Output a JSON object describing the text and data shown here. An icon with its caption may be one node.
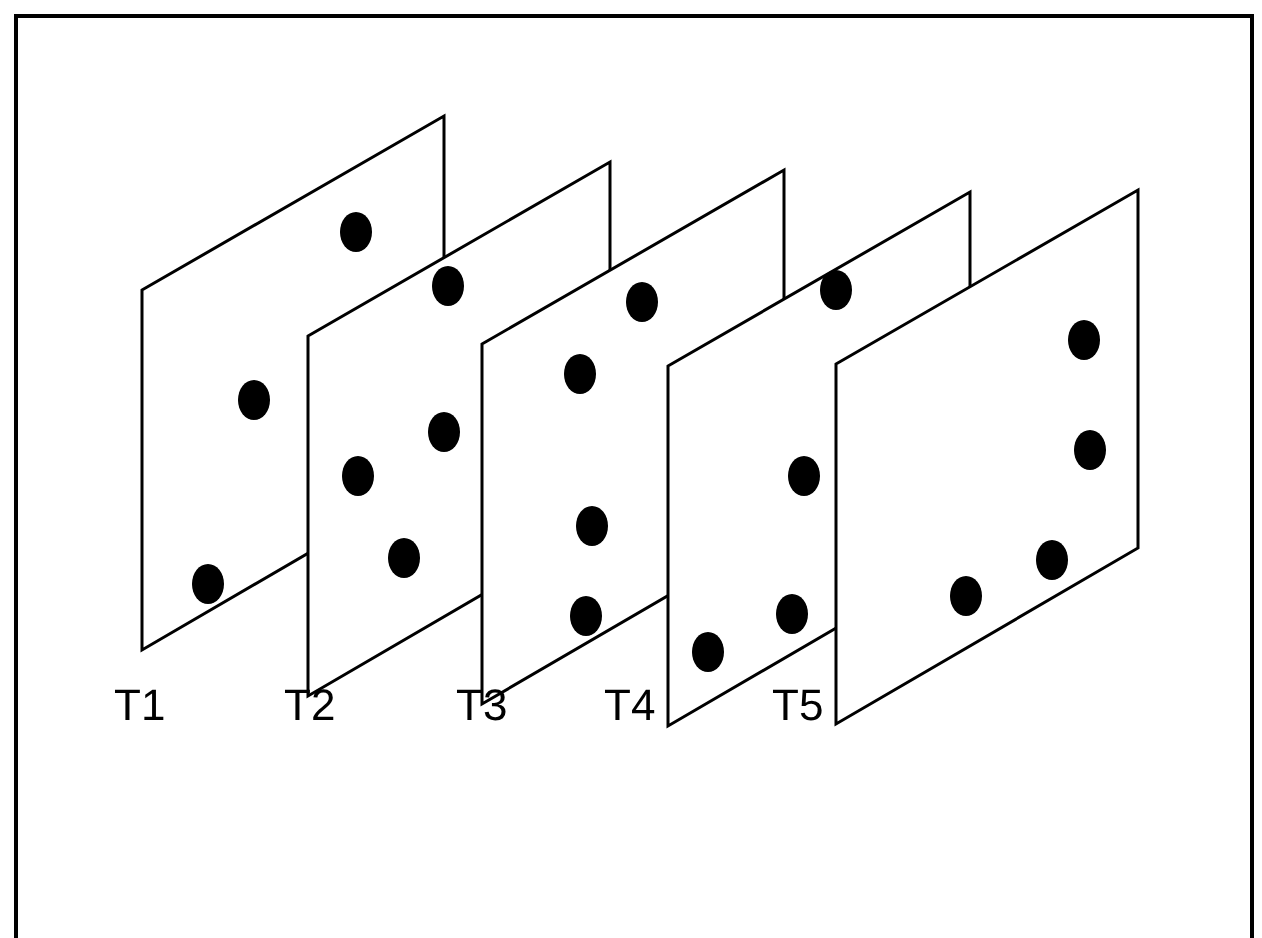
{
  "diagram": {
    "nodes": [
      {
        "text": [],
        "shape": "box",
        "beside": [
          "T1"
        ]
      },
      {
        "text": [],
        "shape": "box",
        "beside": [
          "T2"
        ]
      },
      {
        "text": [],
        "shape": "box",
        "beside": [
          "T3"
        ]
      },
      {
        "text": [],
        "shape": "box",
        "beside": [
          "T4"
        ]
      },
      {
        "text": [],
        "shape": "box",
        "beside": [
          "T5"
        ]
      }
    ]
  }
}
